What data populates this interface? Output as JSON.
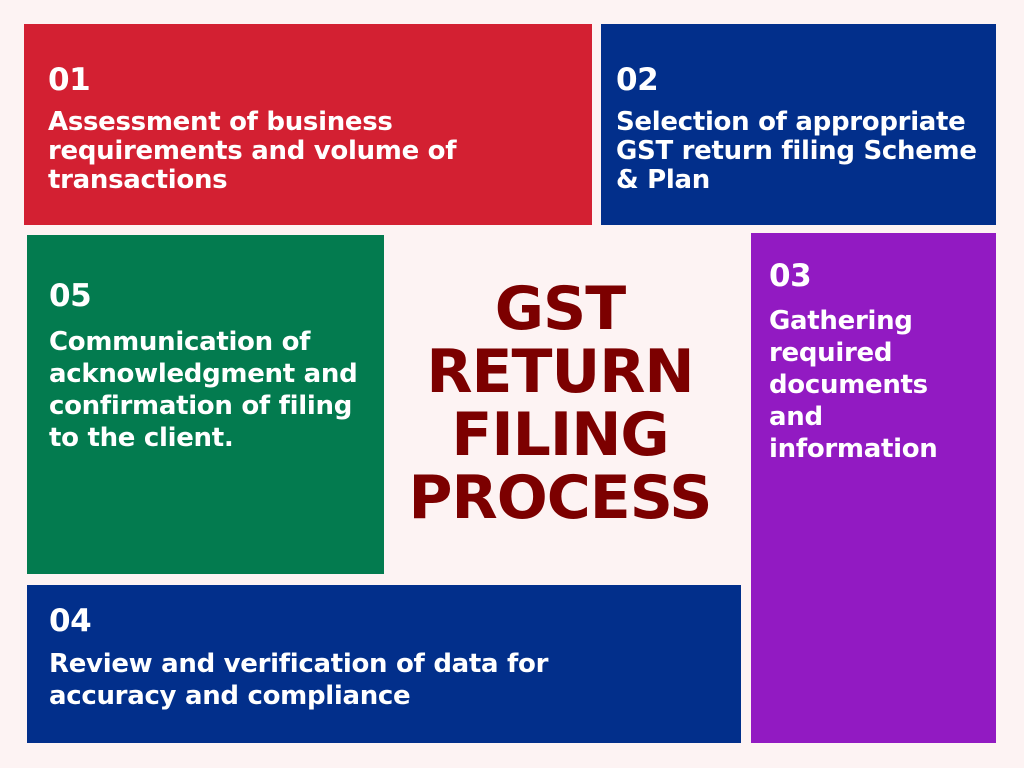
{
  "title": {
    "lines": [
      "GST",
      "RETURN",
      "FILING",
      "PROCESS"
    ],
    "color": "#7c0000"
  },
  "background_color": "#fdf3f3",
  "steps": [
    {
      "number": "01",
      "text": "Assessment of business requirements and volume of transactions",
      "color": "#d32032"
    },
    {
      "number": "02",
      "text": "Selection of appropriate GST return filing Scheme & Plan",
      "color": "#022f8b"
    },
    {
      "number": "03",
      "text": "Gathering required documents and information",
      "color": "#921ac2"
    },
    {
      "number": "04",
      "text": "Review and verification of data for accuracy and compliance",
      "color": "#022f8b"
    },
    {
      "number": "05",
      "text": "Communication of acknowledgment and confirmation of filing to the client.",
      "color": "#037b4f"
    }
  ]
}
